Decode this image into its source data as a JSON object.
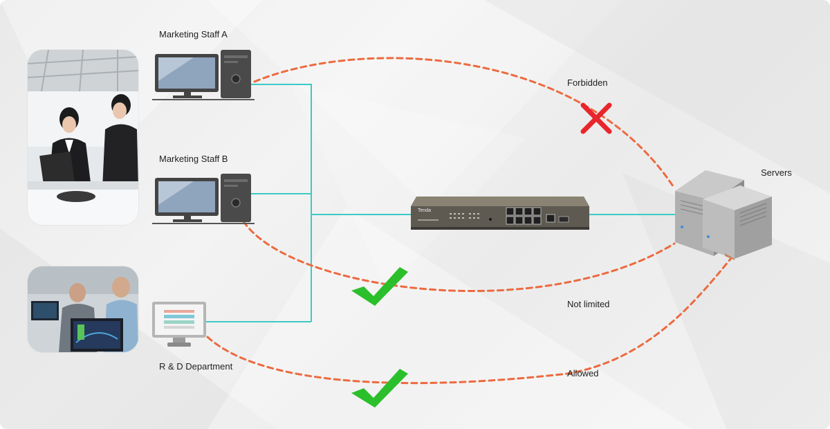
{
  "labels": {
    "staff_a": "Marketing Staff A",
    "staff_b": "Marketing Staff B",
    "rd": "R & D Department",
    "servers": "Servers",
    "forbidden": "Forbidden",
    "not_limited": "Not limited",
    "allowed": "Allowed"
  },
  "switch_brand": "Tenda",
  "colors": {
    "link": "#3cc9c7",
    "flow": "#ec6a3f",
    "check": "#2bbf2b",
    "cross": "#e8262b"
  },
  "icons": {
    "forbidden_mark": "cross-icon",
    "allowed_mark": "check-icon"
  }
}
